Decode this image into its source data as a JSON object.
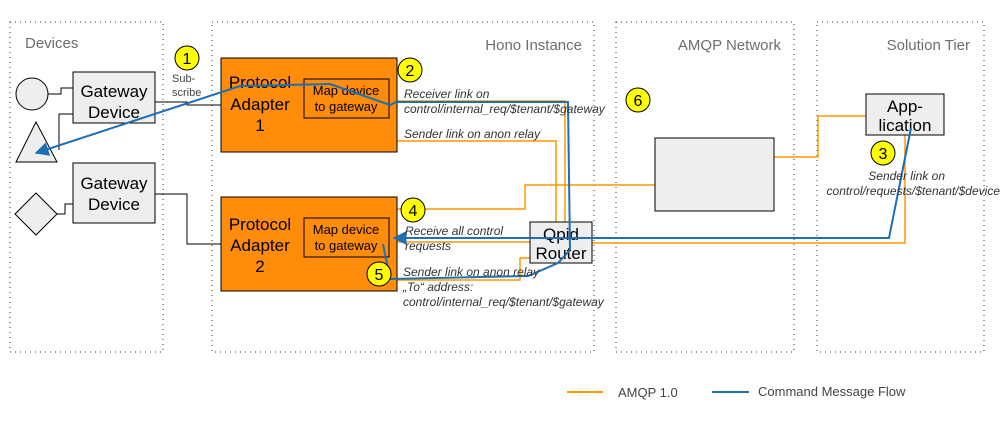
{
  "zones": {
    "devices": "Devices",
    "hono": "Hono Instance",
    "amqp": "AMQP Network",
    "solution": "Solution Tier"
  },
  "devices": {
    "gateway1": [
      "Gateway",
      "Device"
    ],
    "gateway2": [
      "Gateway",
      "Device"
    ]
  },
  "adapters": {
    "adapter1": [
      "Protocol",
      "Adapter",
      "1"
    ],
    "adapter2": [
      "Protocol",
      "Adapter",
      "2"
    ],
    "map1": [
      "Map device",
      "to gateway"
    ],
    "map2": [
      "Map device",
      "to gateway"
    ]
  },
  "router": [
    "Qpid",
    "Router"
  ],
  "application": [
    "App-",
    "lication"
  ],
  "steps": [
    "1",
    "2",
    "3",
    "4",
    "5",
    "6"
  ],
  "notes": {
    "subscribe": [
      "Sub-",
      "scribe"
    ],
    "receiver_link": [
      "Receiver link on",
      "control/internal_req/$tenant/$gateway"
    ],
    "sender_anon_1": "Sender link on anon relay",
    "receive_all": [
      "Receive all control",
      "requests"
    ],
    "sender_anon_2": [
      "Sender link on anon relay",
      "„To“ address:",
      "control/internal_req/$tenant/$gateway"
    ],
    "app_sender": [
      "Sender link on",
      "control/requests/$tenant/$device"
    ]
  },
  "legend": {
    "amqp": "AMQP 1.0",
    "command": "Command Message Flow"
  },
  "colors": {
    "orange_line": "#ff9900",
    "adapter_fill": "#ff8c0a",
    "blue_line": "#1f6fb3",
    "badge": "#ffff00",
    "box_fill": "#eeeeee"
  }
}
